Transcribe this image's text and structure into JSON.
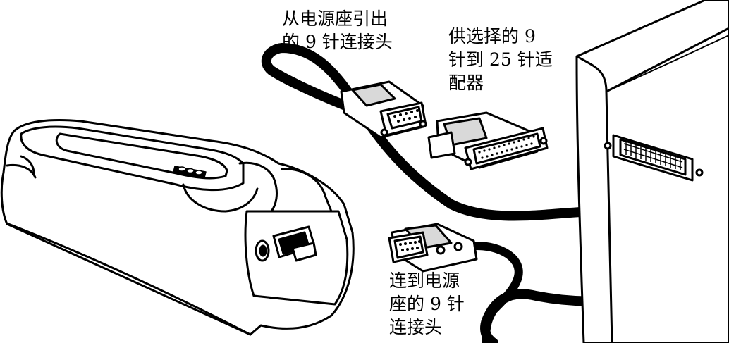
{
  "labels": {
    "top_connector": [
      "从电源座引出",
      "的 9 针连接头"
    ],
    "adapter": [
      "供选择的 9",
      "针到 25 针适",
      "配器"
    ],
    "bottom_connector": [
      "连到电源",
      "座的 9 针",
      "连接头"
    ]
  },
  "colors": {
    "line": "#000000",
    "background": "#ffffff",
    "shade": "#d9d9d9"
  }
}
